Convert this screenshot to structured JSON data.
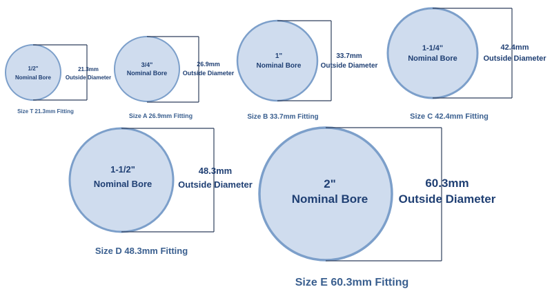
{
  "fittings": [
    {
      "bore": "1/2\"",
      "bore_label": "Nominal Bore",
      "diameter": "21.3mm",
      "diameter_label": "Outside Diameter",
      "caption": "Size T 21.3mm Fitting"
    },
    {
      "bore": "3/4\"",
      "bore_label": "Nominal Bore",
      "diameter": "26.9mm",
      "diameter_label": "Outside Diameter",
      "caption": "Size A 26.9mm Fitting"
    },
    {
      "bore": "1\"",
      "bore_label": "Nominal Bore",
      "diameter": "33.7mm",
      "diameter_label": "Outside Diameter",
      "caption": "Size B 33.7mm Fitting"
    },
    {
      "bore": "1-1/4\"",
      "bore_label": "Nominal Bore",
      "diameter": "42.4mm",
      "diameter_label": "Outside Diameter",
      "caption": "Size C 42.4mm Fitting"
    },
    {
      "bore": "1-1/2\"",
      "bore_label": "Nominal Bore",
      "diameter": "48.3mm",
      "diameter_label": "Outside Diameter",
      "caption": "Size D 48.3mm Fitting"
    },
    {
      "bore": "2\"",
      "bore_label": "Nominal Bore",
      "diameter": "60.3mm",
      "diameter_label": "Outside Diameter",
      "caption": "Size E 60.3mm Fitting"
    }
  ],
  "colors": {
    "circle_fill": "#cfdcee",
    "circle_stroke": "#7c9fca",
    "text": "#1f3f73",
    "caption": "#3a5f8f",
    "dimension_line": "#2e3f5c"
  }
}
